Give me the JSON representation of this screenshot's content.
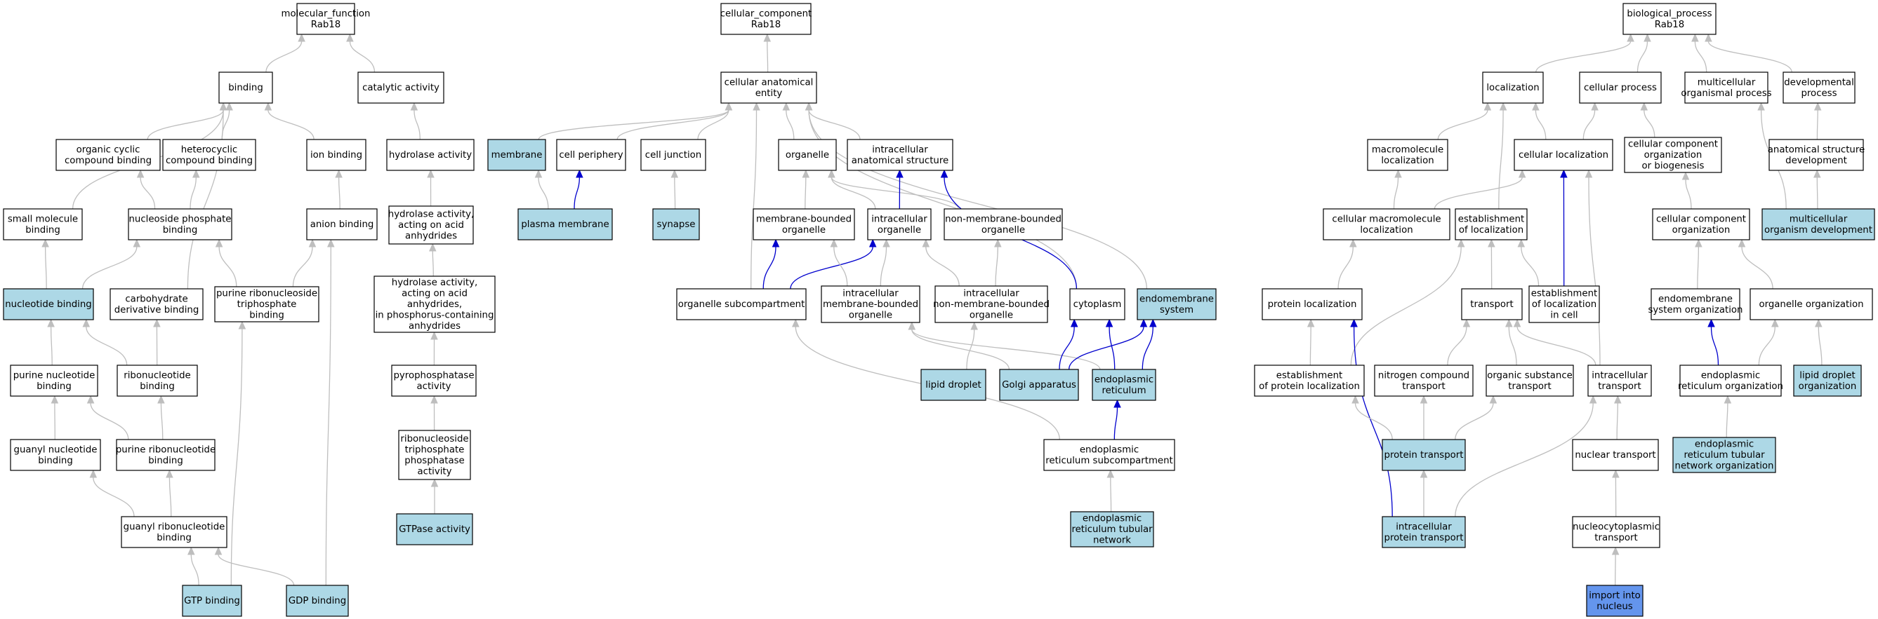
{
  "colors": {
    "highlight": "#add8e6",
    "target": "#6495ed",
    "plain": "#ffffff",
    "edge_gray": "#bebebe",
    "edge_blue": "#0000cd"
  },
  "nodes": [
    {
      "id": "mf",
      "lines": [
        "molecular_function",
        "Rab18"
      ],
      "fill": "plain"
    },
    {
      "id": "binding",
      "lines": [
        "binding"
      ],
      "fill": "plain"
    },
    {
      "id": "catalytic",
      "lines": [
        "catalytic activity"
      ],
      "fill": "plain"
    },
    {
      "id": "organiccyclic",
      "lines": [
        "organic cyclic",
        "compound binding"
      ],
      "fill": "plain"
    },
    {
      "id": "heterocyclic",
      "lines": [
        "heterocyclic",
        "compound binding"
      ],
      "fill": "plain"
    },
    {
      "id": "ionbinding",
      "lines": [
        "ion binding"
      ],
      "fill": "plain"
    },
    {
      "id": "hydrolase",
      "lines": [
        "hydrolase activity"
      ],
      "fill": "plain"
    },
    {
      "id": "smallmol",
      "lines": [
        "small molecule",
        "binding"
      ],
      "fill": "plain"
    },
    {
      "id": "nucphos",
      "lines": [
        "nucleoside phosphate",
        "binding"
      ],
      "fill": "plain"
    },
    {
      "id": "anion",
      "lines": [
        "anion binding"
      ],
      "fill": "plain"
    },
    {
      "id": "hydacid",
      "lines": [
        "hydrolase activity,",
        "acting on acid",
        "anhydrides"
      ],
      "fill": "plain"
    },
    {
      "id": "nucleotide",
      "lines": [
        "nucleotide binding"
      ],
      "fill": "highlight"
    },
    {
      "id": "carbo",
      "lines": [
        "carbohydrate",
        "derivative binding"
      ],
      "fill": "plain"
    },
    {
      "id": "purineribotri",
      "lines": [
        "purine ribonucleoside",
        "triphosphate",
        "binding"
      ],
      "fill": "plain"
    },
    {
      "id": "hydphos",
      "lines": [
        "hydrolase activity,",
        "acting on acid",
        "anhydrides,",
        "in phosphorus-containing",
        "anhydrides"
      ],
      "fill": "plain"
    },
    {
      "id": "purinenuc",
      "lines": [
        "purine nucleotide",
        "binding"
      ],
      "fill": "plain"
    },
    {
      "id": "ribonuc",
      "lines": [
        "ribonucleotide",
        "binding"
      ],
      "fill": "plain"
    },
    {
      "id": "pyrophos",
      "lines": [
        "pyrophosphatase",
        "activity"
      ],
      "fill": "plain"
    },
    {
      "id": "guanylnuc",
      "lines": [
        "guanyl nucleotide",
        "binding"
      ],
      "fill": "plain"
    },
    {
      "id": "purineribonuc",
      "lines": [
        "purine ribonucleotide",
        "binding"
      ],
      "fill": "plain"
    },
    {
      "id": "ribotriphos",
      "lines": [
        "ribonucleoside",
        "triphosphate",
        "phosphatase",
        "activity"
      ],
      "fill": "plain"
    },
    {
      "id": "guanylribo",
      "lines": [
        "guanyl ribonucleotide",
        "binding"
      ],
      "fill": "plain"
    },
    {
      "id": "gtpase",
      "lines": [
        "GTPase activity"
      ],
      "fill": "highlight"
    },
    {
      "id": "gtp",
      "lines": [
        "GTP binding"
      ],
      "fill": "highlight"
    },
    {
      "id": "gdp",
      "lines": [
        "GDP binding"
      ],
      "fill": "highlight"
    },
    {
      "id": "cc",
      "lines": [
        "cellular_component",
        "Rab18"
      ],
      "fill": "plain"
    },
    {
      "id": "cae",
      "lines": [
        "cellular anatomical",
        "entity"
      ],
      "fill": "plain"
    },
    {
      "id": "membrane",
      "lines": [
        "membrane"
      ],
      "fill": "highlight"
    },
    {
      "id": "cellperiph",
      "lines": [
        "cell periphery"
      ],
      "fill": "plain"
    },
    {
      "id": "celljunc",
      "lines": [
        "cell junction"
      ],
      "fill": "plain"
    },
    {
      "id": "organelle",
      "lines": [
        "organelle"
      ],
      "fill": "plain"
    },
    {
      "id": "intracellanat",
      "lines": [
        "intracellular",
        "anatomical structure"
      ],
      "fill": "plain"
    },
    {
      "id": "plasmamem",
      "lines": [
        "plasma membrane"
      ],
      "fill": "highlight"
    },
    {
      "id": "synapse",
      "lines": [
        "synapse"
      ],
      "fill": "highlight"
    },
    {
      "id": "membbound",
      "lines": [
        "membrane-bounded",
        "organelle"
      ],
      "fill": "plain"
    },
    {
      "id": "intraorg",
      "lines": [
        "intracellular",
        "organelle"
      ],
      "fill": "plain"
    },
    {
      "id": "nonmemb",
      "lines": [
        "non-membrane-bounded",
        "organelle"
      ],
      "fill": "plain"
    },
    {
      "id": "orgsub",
      "lines": [
        "organelle subcompartment"
      ],
      "fill": "plain"
    },
    {
      "id": "intramemb",
      "lines": [
        "intracellular",
        "membrane-bounded",
        "organelle"
      ],
      "fill": "plain"
    },
    {
      "id": "intranonmemb",
      "lines": [
        "intracellular",
        "non-membrane-bounded",
        "organelle"
      ],
      "fill": "plain"
    },
    {
      "id": "cytoplasm",
      "lines": [
        "cytoplasm"
      ],
      "fill": "plain"
    },
    {
      "id": "endomemsys",
      "lines": [
        "endomembrane",
        "system"
      ],
      "fill": "highlight"
    },
    {
      "id": "lipiddrop",
      "lines": [
        "lipid droplet"
      ],
      "fill": "highlight"
    },
    {
      "id": "golgi",
      "lines": [
        "Golgi apparatus"
      ],
      "fill": "highlight"
    },
    {
      "id": "er",
      "lines": [
        "endoplasmic",
        "reticulum"
      ],
      "fill": "highlight"
    },
    {
      "id": "ersub",
      "lines": [
        "endoplasmic",
        "reticulum subcompartment"
      ],
      "fill": "plain"
    },
    {
      "id": "ertubnet",
      "lines": [
        "endoplasmic",
        "reticulum tubular",
        "network"
      ],
      "fill": "highlight"
    },
    {
      "id": "bp",
      "lines": [
        "biological_process",
        "Rab18"
      ],
      "fill": "plain"
    },
    {
      "id": "localization",
      "lines": [
        "localization"
      ],
      "fill": "plain"
    },
    {
      "id": "cellproc",
      "lines": [
        "cellular process"
      ],
      "fill": "plain"
    },
    {
      "id": "multiorg",
      "lines": [
        "multicellular",
        "organismal process"
      ],
      "fill": "plain"
    },
    {
      "id": "devproc",
      "lines": [
        "developmental",
        "process"
      ],
      "fill": "plain"
    },
    {
      "id": "macroloc",
      "lines": [
        "macromolecule",
        "localization"
      ],
      "fill": "plain"
    },
    {
      "id": "cellloc",
      "lines": [
        "cellular localization"
      ],
      "fill": "plain"
    },
    {
      "id": "ccorgbio",
      "lines": [
        "cellular component",
        "organization",
        "or biogenesis"
      ],
      "fill": "plain"
    },
    {
      "id": "anatdev",
      "lines": [
        "anatomical structure",
        "development"
      ],
      "fill": "plain"
    },
    {
      "id": "cellmacroloc",
      "lines": [
        "cellular macromolecule",
        "localization"
      ],
      "fill": "plain"
    },
    {
      "id": "estloc",
      "lines": [
        "establishment",
        "of localization"
      ],
      "fill": "plain"
    },
    {
      "id": "ccorg",
      "lines": [
        "cellular component",
        "organization"
      ],
      "fill": "plain"
    },
    {
      "id": "multidev",
      "lines": [
        "multicellular",
        "organism development"
      ],
      "fill": "highlight"
    },
    {
      "id": "protloc",
      "lines": [
        "protein localization"
      ],
      "fill": "plain"
    },
    {
      "id": "transport",
      "lines": [
        "transport"
      ],
      "fill": "plain"
    },
    {
      "id": "estlocincell",
      "lines": [
        "establishment",
        "of localization",
        "in cell"
      ],
      "fill": "plain"
    },
    {
      "id": "endosysorg",
      "lines": [
        "endomembrane",
        "system organization"
      ],
      "fill": "plain"
    },
    {
      "id": "orgorg",
      "lines": [
        "organelle organization"
      ],
      "fill": "plain"
    },
    {
      "id": "estprotloc",
      "lines": [
        "establishment",
        "of protein localization"
      ],
      "fill": "plain"
    },
    {
      "id": "nitrotrans",
      "lines": [
        "nitrogen compound",
        "transport"
      ],
      "fill": "plain"
    },
    {
      "id": "orgsubtrans",
      "lines": [
        "organic substance",
        "transport"
      ],
      "fill": "plain"
    },
    {
      "id": "intratrans",
      "lines": [
        "intracellular",
        "transport"
      ],
      "fill": "plain"
    },
    {
      "id": "erorg",
      "lines": [
        "endoplasmic",
        "reticulum organization"
      ],
      "fill": "plain"
    },
    {
      "id": "lipidorg",
      "lines": [
        "lipid droplet",
        "organization"
      ],
      "fill": "highlight"
    },
    {
      "id": "prottrans",
      "lines": [
        "protein transport"
      ],
      "fill": "highlight"
    },
    {
      "id": "nuctrans",
      "lines": [
        "nuclear transport"
      ],
      "fill": "plain"
    },
    {
      "id": "ertubnetorg",
      "lines": [
        "endoplasmic",
        "reticulum tubular",
        "network organization"
      ],
      "fill": "highlight"
    },
    {
      "id": "intraprot",
      "lines": [
        "intracellular",
        "protein transport"
      ],
      "fill": "highlight"
    },
    {
      "id": "nucleocyto",
      "lines": [
        "nucleocytoplasmic",
        "transport"
      ],
      "fill": "plain"
    },
    {
      "id": "import",
      "lines": [
        "import into",
        "nucleus"
      ],
      "fill": "target"
    }
  ],
  "edges": [
    {
      "from": "binding",
      "to": "mf",
      "color": "gray"
    },
    {
      "from": "catalytic",
      "to": "mf",
      "color": "gray"
    },
    {
      "from": "organiccyclic",
      "to": "binding",
      "color": "gray"
    },
    {
      "from": "heterocyclic",
      "to": "binding",
      "color": "gray"
    },
    {
      "from": "ionbinding",
      "to": "binding",
      "color": "gray"
    },
    {
      "from": "smallmol",
      "to": "binding",
      "color": "gray"
    },
    {
      "from": "carbo",
      "to": "binding",
      "color": "gray"
    },
    {
      "from": "hydrolase",
      "to": "catalytic",
      "color": "gray"
    },
    {
      "from": "nucphos",
      "to": "organiccyclic",
      "color": "gray"
    },
    {
      "from": "nucphos",
      "to": "heterocyclic",
      "color": "gray"
    },
    {
      "from": "anion",
      "to": "ionbinding",
      "color": "gray"
    },
    {
      "from": "hydacid",
      "to": "hydrolase",
      "color": "gray"
    },
    {
      "from": "nucleotide",
      "to": "smallmol",
      "color": "gray"
    },
    {
      "from": "nucleotide",
      "to": "nucphos",
      "color": "gray"
    },
    {
      "from": "purineribotri",
      "to": "nucphos",
      "color": "gray"
    },
    {
      "from": "purineribotri",
      "to": "anion",
      "color": "gray"
    },
    {
      "from": "gdp",
      "to": "anion",
      "color": "gray"
    },
    {
      "from": "hydphos",
      "to": "hydacid",
      "color": "gray"
    },
    {
      "from": "purinenuc",
      "to": "nucleotide",
      "color": "gray"
    },
    {
      "from": "ribonuc",
      "to": "nucleotide",
      "color": "gray"
    },
    {
      "from": "ribonuc",
      "to": "carbo",
      "color": "gray"
    },
    {
      "from": "pyrophos",
      "to": "hydphos",
      "color": "gray"
    },
    {
      "from": "guanylnuc",
      "to": "purinenuc",
      "color": "gray"
    },
    {
      "from": "purineribonuc",
      "to": "purinenuc",
      "color": "gray"
    },
    {
      "from": "purineribonuc",
      "to": "ribonuc",
      "color": "gray"
    },
    {
      "from": "ribotriphos",
      "to": "pyrophos",
      "color": "gray"
    },
    {
      "from": "guanylribo",
      "to": "guanylnuc",
      "color": "gray"
    },
    {
      "from": "guanylribo",
      "to": "purineribonuc",
      "color": "gray"
    },
    {
      "from": "gtpase",
      "to": "ribotriphos",
      "color": "gray"
    },
    {
      "from": "gtp",
      "to": "guanylribo",
      "color": "gray"
    },
    {
      "from": "gdp",
      "to": "guanylribo",
      "color": "gray"
    },
    {
      "from": "gtp",
      "to": "purineribotri",
      "color": "gray"
    },
    {
      "from": "cae",
      "to": "cc",
      "color": "gray"
    },
    {
      "from": "membrane",
      "to": "cae",
      "color": "gray"
    },
    {
      "from": "cellperiph",
      "to": "cae",
      "color": "gray"
    },
    {
      "from": "celljunc",
      "to": "cae",
      "color": "gray"
    },
    {
      "from": "organelle",
      "to": "cae",
      "color": "gray"
    },
    {
      "from": "intracellanat",
      "to": "cae",
      "color": "gray"
    },
    {
      "from": "orgsub",
      "to": "cae",
      "color": "gray"
    },
    {
      "from": "cytoplasm",
      "to": "cae",
      "color": "gray"
    },
    {
      "from": "endomemsys",
      "to": "cae",
      "color": "gray"
    },
    {
      "from": "plasmamem",
      "to": "membrane",
      "color": "gray"
    },
    {
      "from": "plasmamem",
      "to": "cellperiph",
      "color": "blue"
    },
    {
      "from": "synapse",
      "to": "celljunc",
      "color": "gray"
    },
    {
      "from": "membbound",
      "to": "organelle",
      "color": "gray"
    },
    {
      "from": "intraorg",
      "to": "organelle",
      "color": "gray"
    },
    {
      "from": "nonmemb",
      "to": "organelle",
      "color": "gray"
    },
    {
      "from": "intraorg",
      "to": "intracellanat",
      "color": "blue"
    },
    {
      "from": "cytoplasm",
      "to": "intracellanat",
      "color": "blue"
    },
    {
      "from": "orgsub",
      "to": "membbound",
      "color": "blue"
    },
    {
      "from": "orgsub",
      "to": "intraorg",
      "color": "blue"
    },
    {
      "from": "intramemb",
      "to": "membbound",
      "color": "gray"
    },
    {
      "from": "intramemb",
      "to": "intraorg",
      "color": "gray"
    },
    {
      "from": "intranonmemb",
      "to": "intraorg",
      "color": "gray"
    },
    {
      "from": "intranonmemb",
      "to": "nonmemb",
      "color": "gray"
    },
    {
      "from": "lipiddrop",
      "to": "intranonmemb",
      "color": "gray"
    },
    {
      "from": "golgi",
      "to": "intramemb",
      "color": "gray"
    },
    {
      "from": "er",
      "to": "intramemb",
      "color": "gray"
    },
    {
      "from": "golgi",
      "to": "cytoplasm",
      "color": "blue"
    },
    {
      "from": "er",
      "to": "cytoplasm",
      "color": "blue"
    },
    {
      "from": "golgi",
      "to": "endomemsys",
      "color": "blue"
    },
    {
      "from": "er",
      "to": "endomemsys",
      "color": "blue"
    },
    {
      "from": "ersub",
      "to": "er",
      "color": "blue"
    },
    {
      "from": "ersub",
      "to": "orgsub",
      "color": "gray"
    },
    {
      "from": "ertubnet",
      "to": "ersub",
      "color": "gray"
    },
    {
      "from": "localization",
      "to": "bp",
      "color": "gray"
    },
    {
      "from": "cellproc",
      "to": "bp",
      "color": "gray"
    },
    {
      "from": "multiorg",
      "to": "bp",
      "color": "gray"
    },
    {
      "from": "devproc",
      "to": "bp",
      "color": "gray"
    },
    {
      "from": "macroloc",
      "to": "localization",
      "color": "gray"
    },
    {
      "from": "cellloc",
      "to": "localization",
      "color": "gray"
    },
    {
      "from": "estloc",
      "to": "localization",
      "color": "gray"
    },
    {
      "from": "cellloc",
      "to": "cellproc",
      "color": "gray"
    },
    {
      "from": "ccorgbio",
      "to": "cellproc",
      "color": "gray"
    },
    {
      "from": "anatdev",
      "to": "devproc",
      "color": "gray"
    },
    {
      "from": "multidev",
      "to": "multiorg",
      "color": "gray"
    },
    {
      "from": "multidev",
      "to": "anatdev",
      "color": "gray"
    },
    {
      "from": "cellmacroloc",
      "to": "macroloc",
      "color": "gray"
    },
    {
      "from": "cellmacroloc",
      "to": "cellloc",
      "color": "gray"
    },
    {
      "from": "estlocincell",
      "to": "cellloc",
      "color": "blue"
    },
    {
      "from": "intratrans",
      "to": "cellloc",
      "color": "gray"
    },
    {
      "from": "ccorg",
      "to": "ccorgbio",
      "color": "gray"
    },
    {
      "from": "protloc",
      "to": "cellmacroloc",
      "color": "gray"
    },
    {
      "from": "transport",
      "to": "estloc",
      "color": "gray"
    },
    {
      "from": "estlocincell",
      "to": "estloc",
      "color": "gray"
    },
    {
      "from": "estprotloc",
      "to": "estloc",
      "color": "gray"
    },
    {
      "from": "endosysorg",
      "to": "ccorg",
      "color": "gray"
    },
    {
      "from": "orgorg",
      "to": "ccorg",
      "color": "gray"
    },
    {
      "from": "estprotloc",
      "to": "protloc",
      "color": "gray"
    },
    {
      "from": "intraprot",
      "to": "protloc",
      "color": "blue"
    },
    {
      "from": "nitrotrans",
      "to": "transport",
      "color": "gray"
    },
    {
      "from": "orgsubtrans",
      "to": "transport",
      "color": "gray"
    },
    {
      "from": "intratrans",
      "to": "transport",
      "color": "gray"
    },
    {
      "from": "erorg",
      "to": "endosysorg",
      "color": "blue"
    },
    {
      "from": "erorg",
      "to": "orgorg",
      "color": "gray"
    },
    {
      "from": "lipidorg",
      "to": "orgorg",
      "color": "gray"
    },
    {
      "from": "prottrans",
      "to": "estprotloc",
      "color": "gray"
    },
    {
      "from": "prottrans",
      "to": "nitrotrans",
      "color": "gray"
    },
    {
      "from": "prottrans",
      "to": "orgsubtrans",
      "color": "gray"
    },
    {
      "from": "nuctrans",
      "to": "intratrans",
      "color": "gray"
    },
    {
      "from": "intraprot",
      "to": "intratrans",
      "color": "gray"
    },
    {
      "from": "intraprot",
      "to": "prottrans",
      "color": "gray"
    },
    {
      "from": "ertubnetorg",
      "to": "erorg",
      "color": "gray"
    },
    {
      "from": "nucleocyto",
      "to": "nuctrans",
      "color": "gray"
    },
    {
      "from": "import",
      "to": "nucleocyto",
      "color": "gray"
    }
  ]
}
